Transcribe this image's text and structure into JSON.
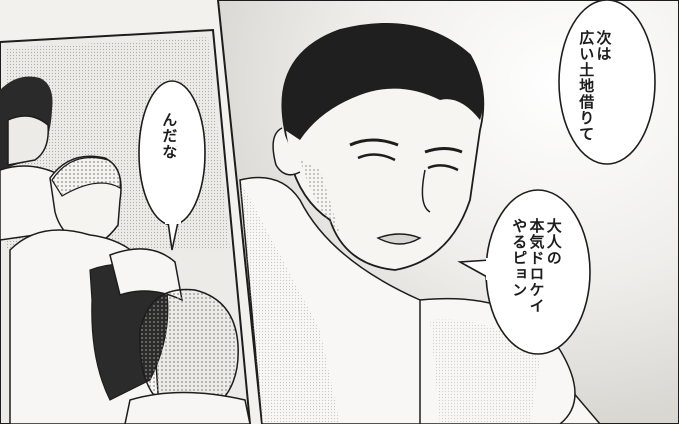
{
  "bubbles": {
    "left": {
      "lines": [
        "んだな"
      ]
    },
    "right_top": {
      "lines": [
        "次は",
        "広い土地借りて"
      ]
    },
    "right_bottom": {
      "lines": [
        "大人の",
        "本気ドロケイ",
        "やるピョン"
      ]
    }
  },
  "colors": {
    "paper": "#f2f1ee",
    "ink": "#1d1d1d",
    "screentone": "#c9c7c2"
  }
}
